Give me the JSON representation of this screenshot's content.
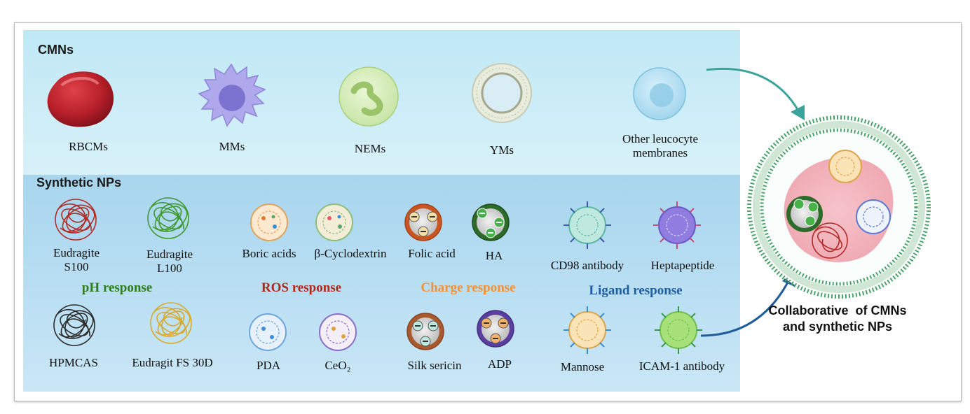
{
  "cmns": {
    "title": "CMNs",
    "items": [
      {
        "label": "RBCMs"
      },
      {
        "label": "MMs"
      },
      {
        "label": "NEMs"
      },
      {
        "label": "YMs"
      },
      {
        "label": "Other leucocyte\nmembranes"
      }
    ]
  },
  "synthetic": {
    "title": "Synthetic NPs",
    "items": {
      "eudragite_s100": "Eudragite\nS100",
      "eudragite_l100": "Eudragite\nL100",
      "hpmcas": "HPMCAS",
      "eudragit_fs30d": "Eudragit FS 30D",
      "boric_acids": "Boric acids",
      "cyclodextrin": "β-Cyclodextrin",
      "pda": "PDA",
      "ceo2": "CeO₂",
      "folic_acid": "Folic acid",
      "ha": "HA",
      "silk_sericin": "Silk sericin",
      "adp": "ADP",
      "cd98": "CD98 antibody",
      "heptapeptide": "Heptapeptide",
      "mannose": "Mannose",
      "icam1": "ICAM-1 antibody"
    },
    "responses": {
      "ph": {
        "label": "pH response",
        "color": "#2e7d1f"
      },
      "ros": {
        "label": "ROS response",
        "color": "#b0281c"
      },
      "charge": {
        "label": "Charge response",
        "color": "#f0923a"
      },
      "ligand": {
        "label": "Ligand response",
        "color": "#1f5fa0"
      }
    }
  },
  "result": {
    "label_line1": "Collaborative  of CMNs",
    "label_line2": "and synthetic NPs"
  },
  "colors": {
    "rbc": "#b8202a",
    "macrophage": "#a9a2e6",
    "neutrophil": "#d6edb8",
    "arrow_top": "#3aa39a",
    "arrow_bottom": "#1e5d9a"
  }
}
